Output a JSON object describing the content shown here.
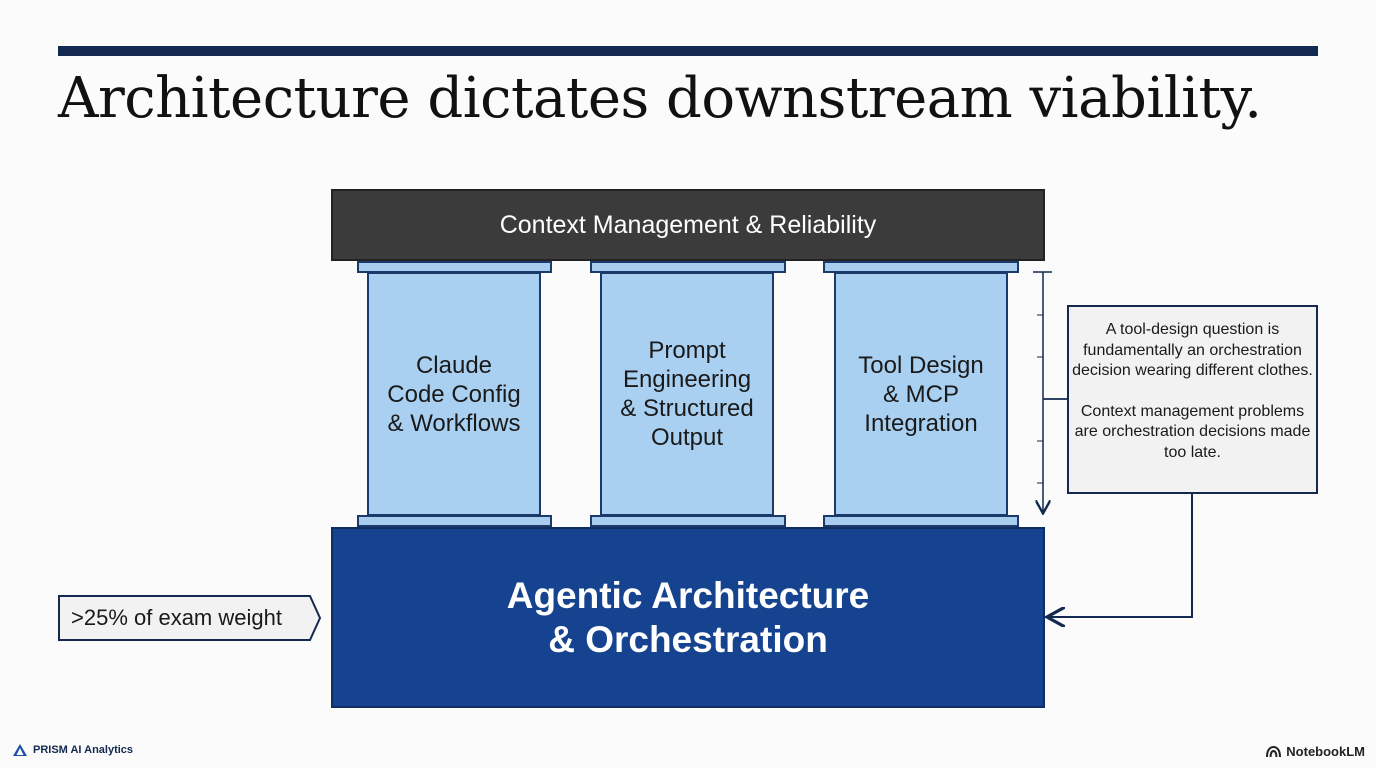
{
  "title": "Architecture dictates downstream viability.",
  "capstone": "Context Management & Reliability",
  "pillars": [
    {
      "lines": [
        "Claude",
        "Code Config",
        "& Workflows"
      ]
    },
    {
      "lines": [
        "Prompt",
        "Engineering",
        "& Structured",
        "Output"
      ]
    },
    {
      "lines": [
        "Tool Design",
        "& MCP",
        "Integration"
      ]
    }
  ],
  "foundation": {
    "lines": [
      "Agentic Architecture",
      "& Orchestration"
    ]
  },
  "weight_tag": ">25% of exam weight",
  "callout": {
    "paragraph1": "A tool-design question is fundamentally an orchestration decision wearing different clothes.",
    "paragraph2": "Context management problems are orchestration decisions made too late."
  },
  "branding": {
    "left": "PRISM AI Analytics",
    "right": "NotebookLM"
  },
  "colors": {
    "navy": "#13294f",
    "foundation_blue": "#15438f",
    "pillar_blue": "#a9d0f1",
    "capstone_gray": "#3b3b3b"
  }
}
